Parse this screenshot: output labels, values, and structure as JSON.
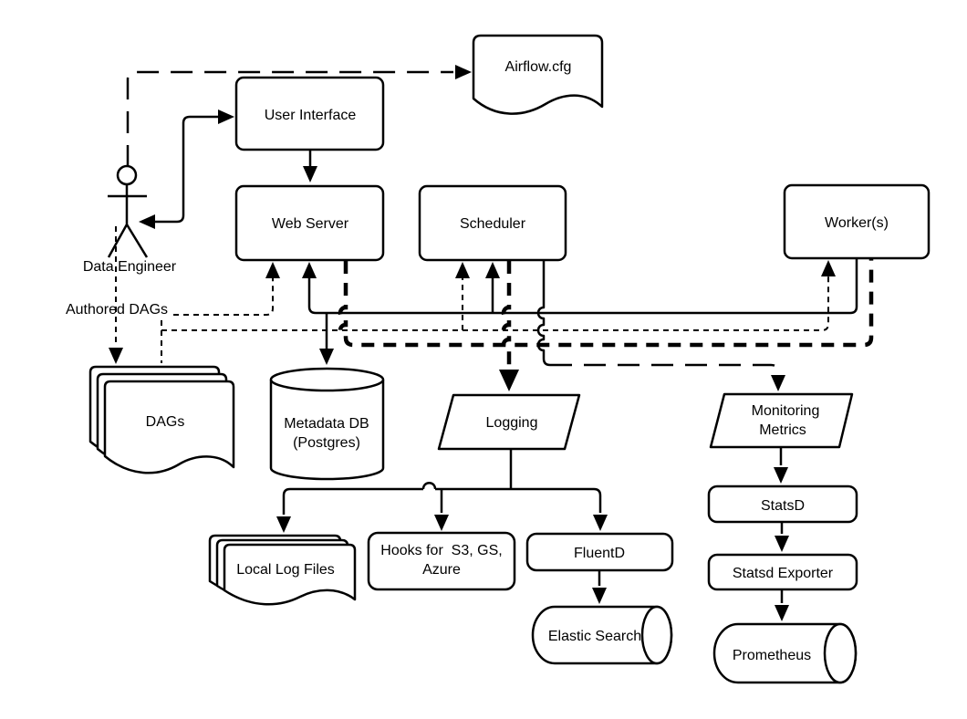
{
  "colors": {
    "stroke": "#000000",
    "shape_fill": "#ffffff",
    "text": "#000000",
    "background": "#ffffff"
  },
  "nodes": {
    "airflow_cfg": {
      "label": "Airflow.cfg",
      "shape": "document"
    },
    "user_interface": {
      "label": "User Interface",
      "shape": "rounded-rect"
    },
    "web_server": {
      "label": "Web Server",
      "shape": "rounded-rect"
    },
    "scheduler": {
      "label": "Scheduler",
      "shape": "rounded-rect"
    },
    "workers": {
      "label": "Worker(s)",
      "shape": "rounded-rect"
    },
    "data_engineer": {
      "label": "Data Engineer",
      "shape": "actor"
    },
    "authored_dags": {
      "label": "Authored DAGs",
      "shape": "edge-label"
    },
    "dags": {
      "label": "DAGs",
      "shape": "multi-document"
    },
    "metadata_db": {
      "lines": [
        "Metadata DB",
        "(Postgres)"
      ],
      "shape": "cylinder"
    },
    "logging": {
      "label": "Logging",
      "shape": "parallelogram"
    },
    "local_log_files": {
      "label": "Local Log Files",
      "shape": "multi-document"
    },
    "hooks": {
      "lines": [
        "Hooks for  S3, GS,",
        "Azure"
      ],
      "shape": "rounded-rect"
    },
    "fluentd": {
      "label": "FluentD",
      "shape": "rounded-rect"
    },
    "elastic_search": {
      "label": "Elastic Search",
      "shape": "horizontal-cylinder"
    },
    "monitoring_metrics": {
      "lines": [
        "Monitoring",
        "Metrics"
      ],
      "shape": "parallelogram"
    },
    "statsd": {
      "label": "StatsD",
      "shape": "rounded-rect"
    },
    "statsd_exporter": {
      "label": "Statsd Exporter",
      "shape": "rounded-rect"
    },
    "prometheus": {
      "label": "Prometheus",
      "shape": "horizontal-cylinder"
    }
  },
  "edges": [
    {
      "from": "data_engineer",
      "to": "airflow_cfg",
      "style": "long-dash"
    },
    {
      "from": "user_interface",
      "to": "data_engineer",
      "style": "solid-double-arrow"
    },
    {
      "from": "user_interface",
      "to": "web_server",
      "style": "solid"
    },
    {
      "from": "data_engineer",
      "to": "dags",
      "style": "thin-dash",
      "label": "Authored DAGs"
    },
    {
      "from": "authored_dags",
      "to": "web_server",
      "style": "thin-dash"
    },
    {
      "from": "authored_dags",
      "to": "scheduler",
      "style": "thin-dash"
    },
    {
      "from": "authored_dags",
      "to": "workers",
      "style": "thin-dash"
    },
    {
      "from": "workers",
      "to": "web_server",
      "style": "solid"
    },
    {
      "from": "workers",
      "to": "scheduler",
      "style": "solid"
    },
    {
      "from": "workers",
      "to": "metadata_db",
      "style": "solid"
    },
    {
      "from": "web_server",
      "to": "workers",
      "style": "thick-dash"
    },
    {
      "from": "scheduler",
      "to": "logging",
      "style": "thick-dash"
    },
    {
      "from": "scheduler",
      "to": "monitoring_metrics",
      "style": "long-dash"
    },
    {
      "from": "logging",
      "to": "local_log_files",
      "style": "solid"
    },
    {
      "from": "logging",
      "to": "hooks",
      "style": "solid"
    },
    {
      "from": "logging",
      "to": "fluentd",
      "style": "solid"
    },
    {
      "from": "fluentd",
      "to": "elastic_search",
      "style": "solid"
    },
    {
      "from": "monitoring_metrics",
      "to": "statsd",
      "style": "solid"
    },
    {
      "from": "statsd",
      "to": "statsd_exporter",
      "style": "solid"
    },
    {
      "from": "statsd_exporter",
      "to": "prometheus",
      "style": "solid"
    }
  ]
}
